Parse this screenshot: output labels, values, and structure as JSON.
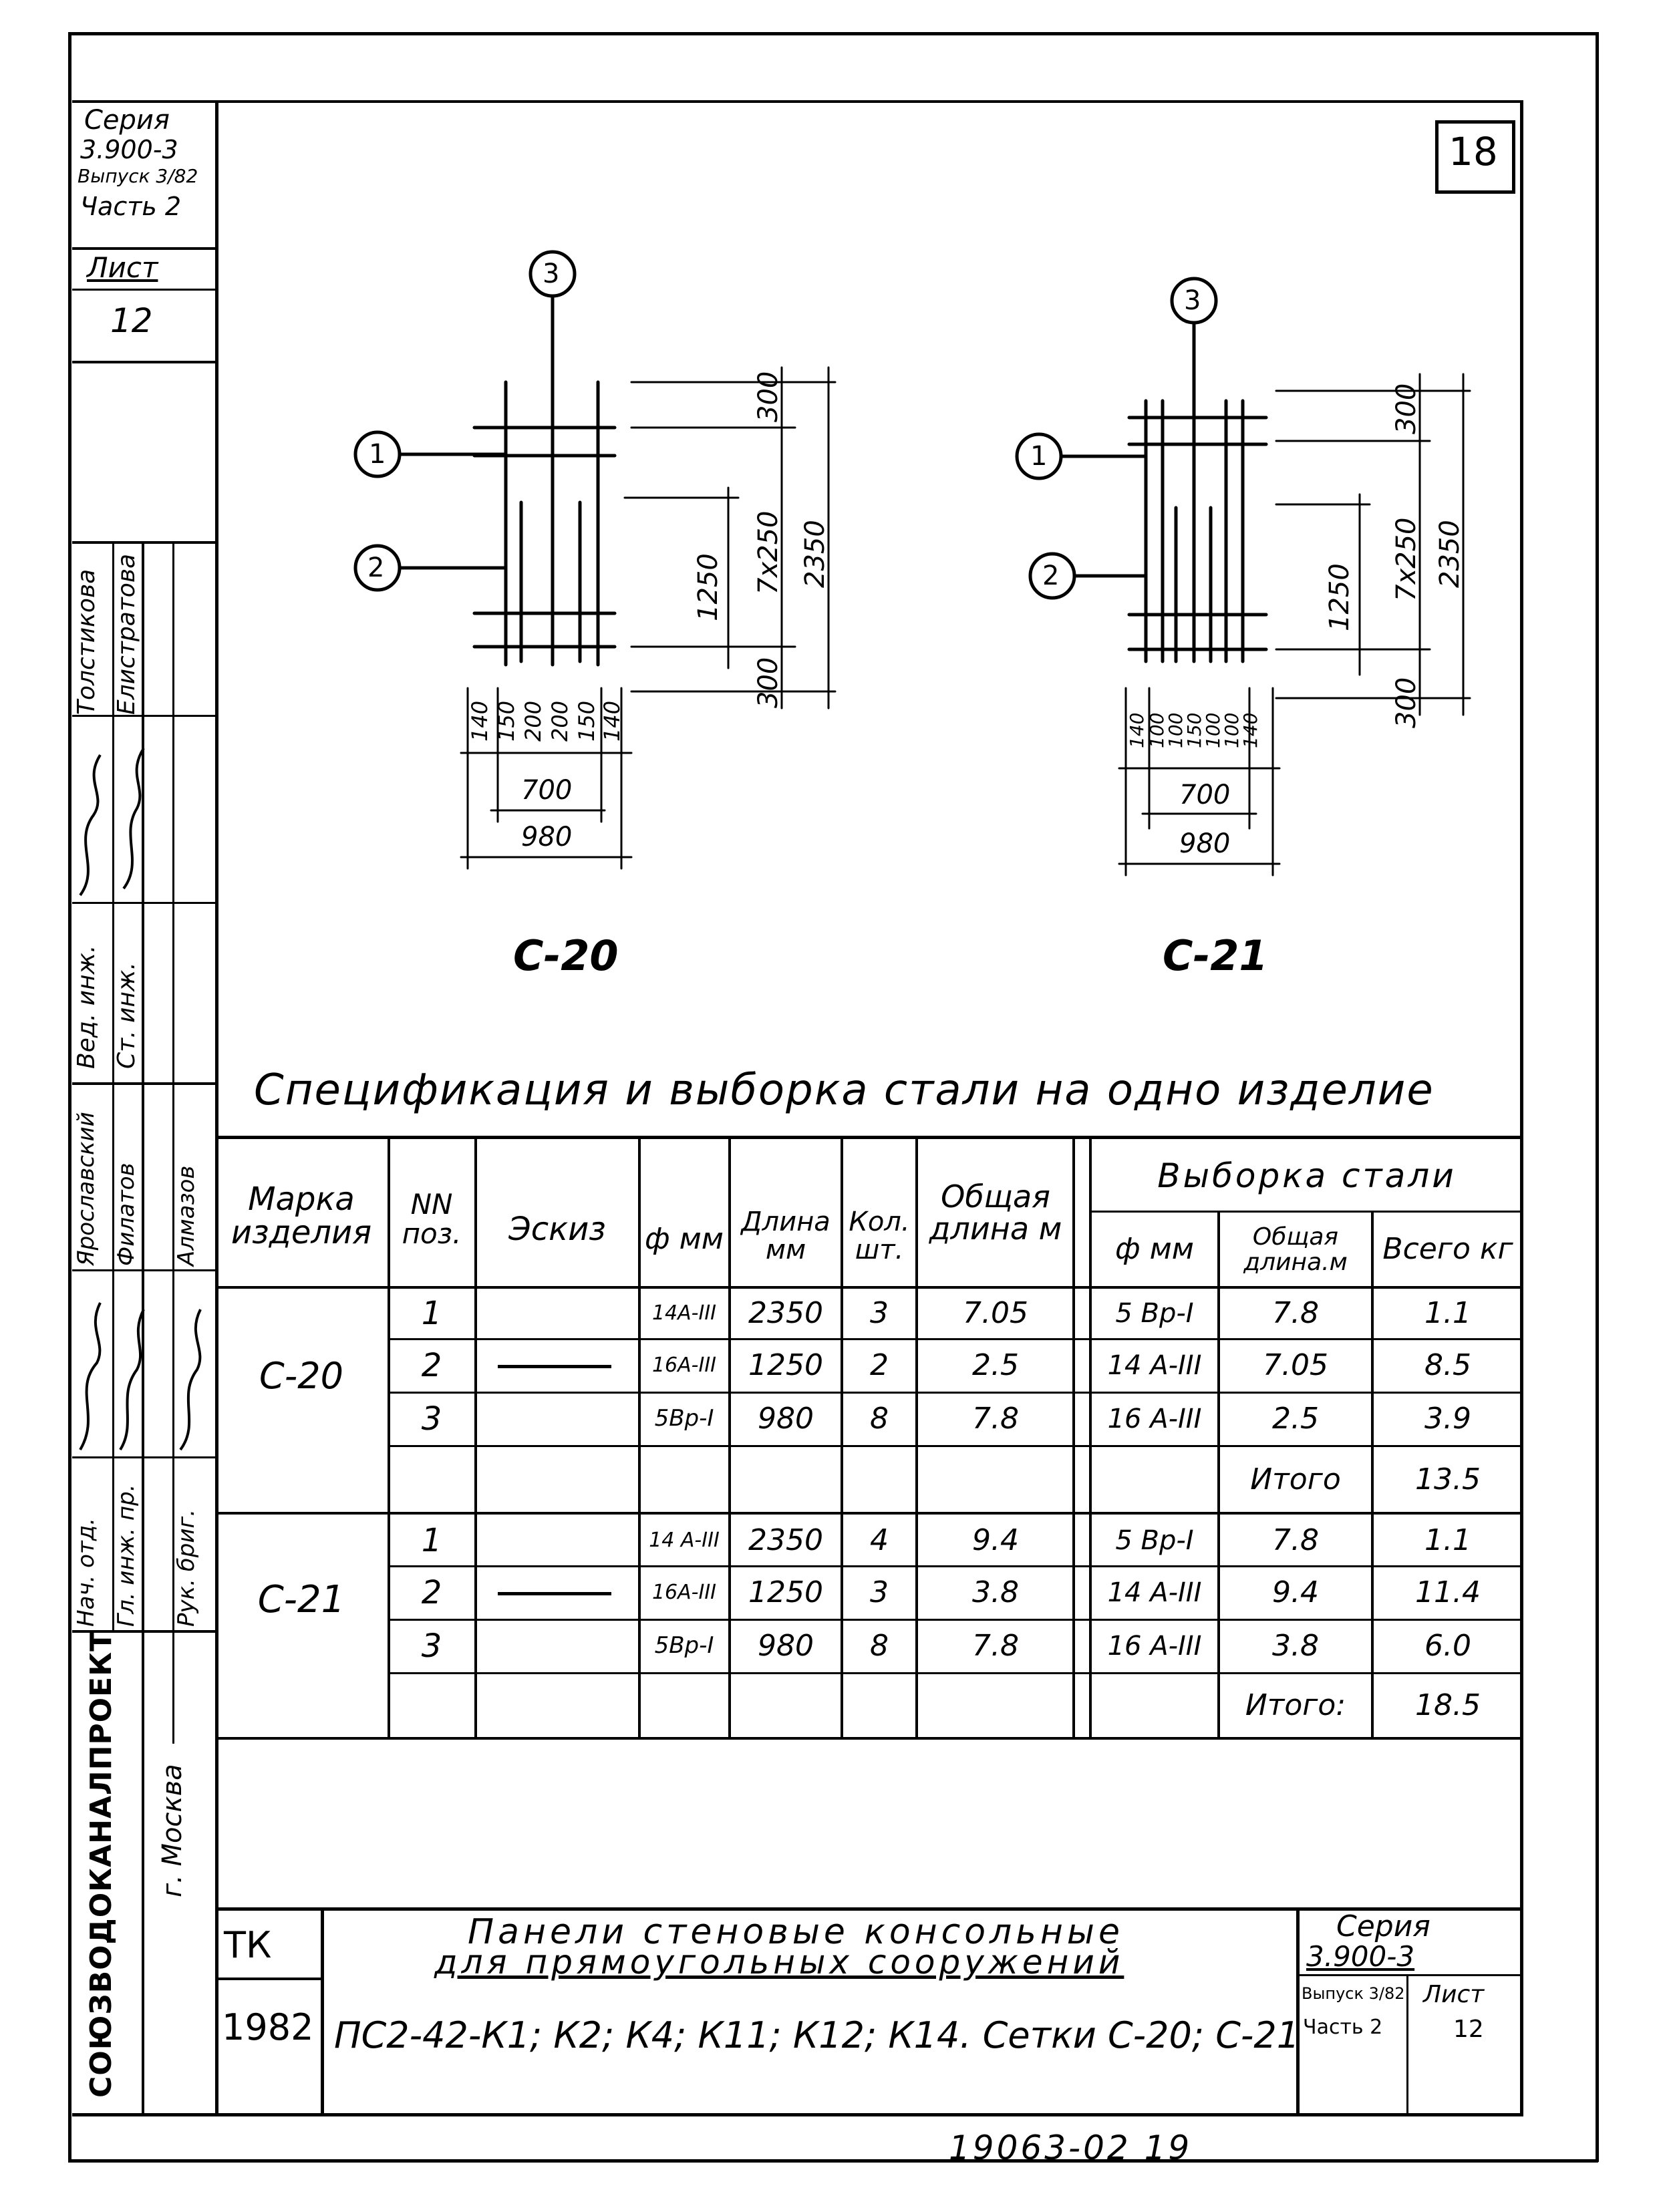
{
  "sheet_no": "18",
  "footer_code": "19063-02 19",
  "side_stamp": {
    "series_lines": [
      "Серия",
      "3.900-3",
      "Выпуск 3/82",
      "Часть 2"
    ],
    "list_label": "Лист",
    "list_no": "12",
    "names_upper": [
      "Толстикова",
      "Елистратова"
    ],
    "roles_upper": [
      "Вед. инж.",
      "Ст. инж."
    ],
    "names_lower": [
      "Ярославский",
      "Филатов",
      "Алмазов"
    ],
    "roles_lower": [
      "Нач. отд.",
      "Гл. инж. пр.",
      "Рук. бриг."
    ],
    "org": "СОЮЗВОДОКАНАЛПРОЕКТ",
    "city": "г. Москва"
  },
  "drawings": [
    {
      "label": "С-20",
      "pos_markers": [
        "3",
        "1",
        "2"
      ],
      "dims_right": [
        "300",
        "7x250",
        "300",
        "1250",
        "2350"
      ],
      "dims_bottom": [
        "140",
        "150",
        "200",
        "200",
        "150",
        "140"
      ],
      "dim_inner": "700",
      "dim_total": "980"
    },
    {
      "label": "С-21",
      "pos_markers": [
        "3",
        "1",
        "2"
      ],
      "dims_right": [
        "300",
        "7x250",
        "300",
        "1250",
        "2350"
      ],
      "dims_bottom": [
        "140",
        "100",
        "100",
        "150",
        "100",
        "100",
        "140"
      ],
      "dim_inner": "700",
      "dim_total": "980"
    }
  ],
  "spec": {
    "title": "Спецификация и выборка стали на одно изделие",
    "headers": {
      "mark": "Марка изделия",
      "pos": "NN поз.",
      "sketch": "Эскиз",
      "dia": "ф мм",
      "length": "Длина мм",
      "qty": "Кол. шт.",
      "total_len": "Общая длина м",
      "steel_group": "Выборка стали",
      "s_dia": "ф мм",
      "s_len": "Общая длина.м",
      "s_total": "Всего кг"
    },
    "groups": [
      {
        "mark": "С-20",
        "rows": [
          {
            "pos": "1",
            "dia": "14A-III",
            "length": "2350",
            "qty": "3",
            "total": "7.05",
            "s_dia": "5 Bp-I",
            "s_len": "7.8",
            "s_kg": "1.1"
          },
          {
            "pos": "2",
            "dia": "16A-III",
            "length": "1250",
            "qty": "2",
            "total": "2.5",
            "s_dia": "14 A-III",
            "s_len": "7.05",
            "s_kg": "8.5"
          },
          {
            "pos": "3",
            "dia": "5Bp-I",
            "length": "980",
            "qty": "8",
            "total": "7.8",
            "s_dia": "16 A-III",
            "s_len": "2.5",
            "s_kg": "3.9"
          }
        ],
        "total_label": "Итого",
        "total_value": "13.5"
      },
      {
        "mark": "С-21",
        "rows": [
          {
            "pos": "1",
            "dia": "14 A-III",
            "length": "2350",
            "qty": "4",
            "total": "9.4",
            "s_dia": "5 Bp-I",
            "s_len": "7.8",
            "s_kg": "1.1"
          },
          {
            "pos": "2",
            "dia": "16A-III",
            "length": "1250",
            "qty": "3",
            "total": "3.8",
            "s_dia": "14 A-III",
            "s_len": "9.4",
            "s_kg": "11.4"
          },
          {
            "pos": "3",
            "dia": "5Bp-I",
            "length": "980",
            "qty": "8",
            "total": "7.8",
            "s_dia": "16 A-III",
            "s_len": "3.8",
            "s_kg": "6.0"
          }
        ],
        "total_label": "Итого:",
        "total_value": "18.5"
      }
    ]
  },
  "title_block": {
    "tk": "ТК",
    "year": "1982",
    "title_line1": "Панели стеновые консольные",
    "title_line2": "для прямоугольных сооружений",
    "title_line3": "ПС2-42-К1; К2; К4; К11; К12; К14. Сетки С-20; С-21",
    "series_label": "Серия",
    "series_no": "3.900-3",
    "issue": "Выпуск 3/82",
    "part": "Часть 2",
    "list_label": "Лист",
    "list_no": "12"
  }
}
